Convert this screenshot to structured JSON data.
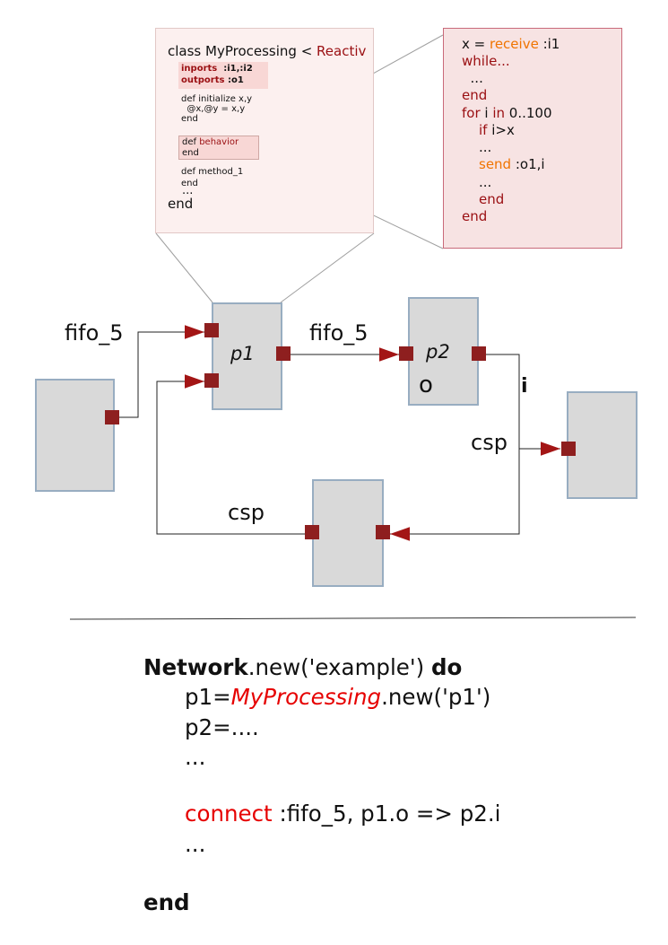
{
  "class_box": {
    "line1_pre": "class MyProcessing < ",
    "line1_class": "Reactiv",
    "inports_kw": "inports",
    "inports_val": "  :i1,:i2",
    "outports_kw": "outports",
    "outports_val": " :o1",
    "init_line1": "def initialize x,y",
    "init_line2": "  @x,@y = x,y",
    "init_end": "end",
    "behavior_kw": "def ",
    "behavior_name": "behavior",
    "behavior_end": "end",
    "method_line": "def method_1",
    "method_end": "end",
    "dots": "...",
    "final_end": "end"
  },
  "behavior_code": {
    "l1_pre": "x = ",
    "l1_kw": "receive",
    "l1_post": " :i1",
    "l2": "while...",
    "l3": "  ...",
    "l4": "end",
    "l5_kw1": "for",
    "l5_mid": " i ",
    "l5_kw2": "in",
    "l5_post": " 0..100",
    "l6_kw": "if",
    "l6_post": " i>x",
    "l7": "...",
    "l8_kw": "send",
    "l8_post": " :o1,i",
    "l9": "...",
    "l10": "end",
    "l11": "end"
  },
  "diagram": {
    "label_fifo_left": "fifo_5",
    "label_fifo_mid": "fifo_5",
    "label_p1": "p1",
    "label_p2": "p2",
    "label_o": "o",
    "label_i": "i",
    "label_csp_right": "csp",
    "label_csp_bottom": "csp"
  },
  "network_code": {
    "l1_kw": "Network",
    "l1_post": ".new('example') ",
    "l1_do": "do",
    "l2_pre": "p1=",
    "l2_class": "MyProcessing",
    "l2_post": ".new('p1')",
    "l3": "p2=....",
    "l4": "...",
    "l5_kw": "connect",
    "l5_post": " :fifo_5, p1.o => p2.i",
    "l6": "...",
    "l7": "end"
  },
  "colors": {
    "port": "#8e1f1f",
    "arrow": "#a31515",
    "process_fill": "#d9d9d9",
    "process_border": "#98adc1",
    "keyword_dark_red": "#9a0f12",
    "keyword_orange": "#f07400",
    "keyword_red": "#e60000"
  }
}
